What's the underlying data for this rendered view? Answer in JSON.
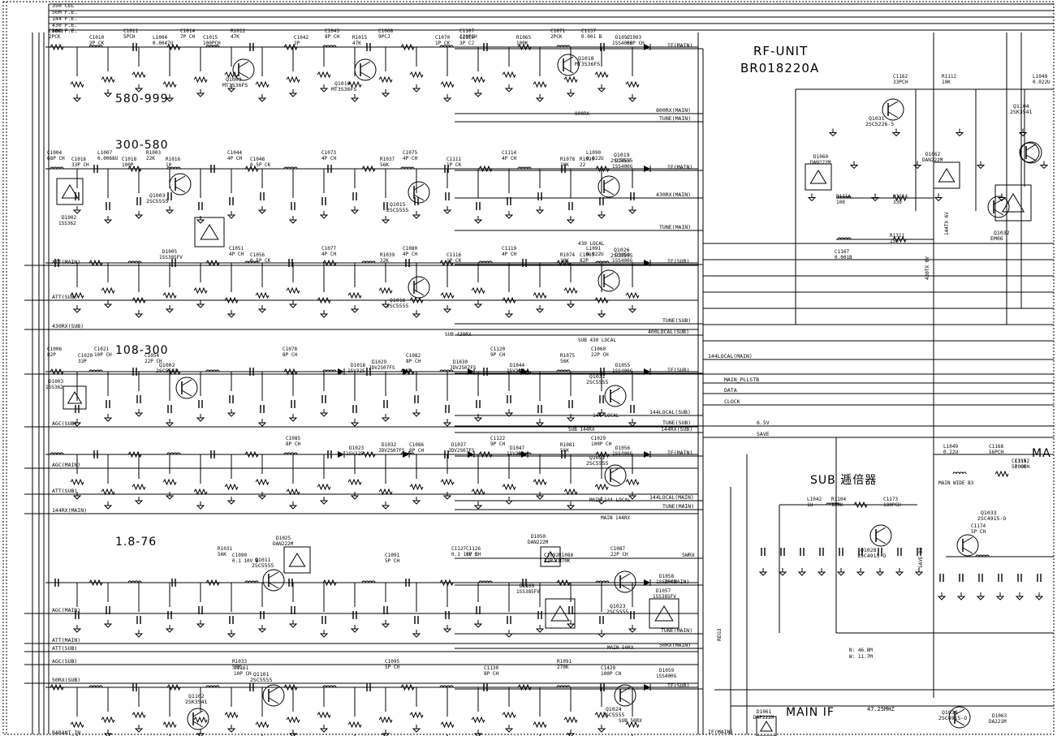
{
  "diagram": {
    "unit_title": "RF-UNIT",
    "unit_part": "BR018220A",
    "sub_section": "SUB 逓倍器",
    "main_if": "MAIN IF",
    "main_if_freq": "47.25MHZ",
    "main_partial": "MA",
    "band_labels": [
      "580-999",
      "300-580",
      "108-300",
      "1.8-76"
    ],
    "top_bus": [
      "350 CEL",
      "50M F.E.",
      "144 F.E.",
      "430 F.E.",
      "800 F.E."
    ],
    "left_signals": [
      "ATT(MAIN)",
      "ATT(SUB)",
      "430RX(SUB)",
      "AGC(SUB)",
      "AGC(MAIN)",
      "ATT(SUB)",
      "144RX(MAIN)",
      "AGC(MAIN)",
      "ATT(MAIN)",
      "ATT(SUB)",
      "AGC(SUB)",
      "50RX(SUB)",
      "BARANT_IN"
    ],
    "right_signals": [
      "IF(MAIN)",
      "800RX(MAIN)",
      "TUNE(MAIN)",
      "IF(MAIN)",
      "430RX(MAIN)",
      "TUNE(MAIN)",
      "IF(SUB)",
      "TUNE(SUB)",
      "400LOCAL(SUB)",
      "IF(SUB)",
      "144LOCAL(SUB)",
      "TUNE(SUB)",
      "144RX(SUB)",
      "IF(MAIN)",
      "144LOCAL(MAIN)",
      "TUNE(MAIN)",
      "SWRX",
      "IF(MAIN)",
      "TUNE(MAIN)",
      "50RX(MAIN)",
      "IF(SUB)",
      "IF(MAIN)"
    ],
    "bus_signals": [
      "144LOCAL(MAIN)",
      "MAIN_PLLSTB",
      "DATA",
      "CLOCK",
      "6.5V",
      "SAVE",
      "REG3"
    ],
    "transistors": [
      {
        "ref": "Q1009",
        "part": "MT3S36FS"
      },
      {
        "ref": "Q1010",
        "part": "MT3S36FS"
      },
      {
        "ref": "Q1018",
        "part": "MT3S36FS"
      },
      {
        "ref": "Q1003",
        "part": "2SC5555"
      },
      {
        "ref": "Q1015",
        "part": "2SC5555"
      },
      {
        "ref": "Q1019",
        "part": "2SC5555"
      },
      {
        "ref": "Q1016",
        "part": "2SC5555"
      },
      {
        "ref": "Q1026",
        "part": "2SC5555"
      },
      {
        "ref": "Q1002",
        "part": "2SC5555"
      },
      {
        "ref": "Q1021",
        "part": "2SC5555"
      },
      {
        "ref": "Q1022",
        "part": "2SC5555"
      },
      {
        "ref": "Q1011",
        "part": "2SC5555"
      },
      {
        "ref": "Q1023",
        "part": "2SC5555"
      },
      {
        "ref": "Q1101",
        "part": "2SC5555"
      },
      {
        "ref": "Q1024",
        "part": "2SC5555"
      },
      {
        "ref": "Q1102",
        "part": "2SK3541"
      },
      {
        "ref": "Q1031",
        "part": "2SC5226-5"
      },
      {
        "ref": "Q1104",
        "part": "2SK3541"
      },
      {
        "ref": "Q1032",
        "part": "EM06"
      },
      {
        "ref": "Q1028",
        "part": "2SC4915-O"
      },
      {
        "ref": "Q1033",
        "part": "2SC4915-O"
      },
      {
        "ref": "Q1034",
        "part": "2SC4915-O"
      }
    ],
    "diodes": [
      {
        "ref": "D1052",
        "part": "1SS400G"
      },
      {
        "ref": "D1053",
        "part": "1SS400G"
      },
      {
        "ref": "D1054",
        "part": "1SS400G"
      },
      {
        "ref": "D1055",
        "part": "1SS400G"
      },
      {
        "ref": "D1056",
        "part": "1SS400G"
      },
      {
        "ref": "D1058",
        "part": "1SS400G"
      },
      {
        "ref": "D1059",
        "part": "1SS400G"
      },
      {
        "ref": "D1002",
        "part": "1SS362"
      },
      {
        "ref": "D1003",
        "part": "1SS362"
      },
      {
        "ref": "D1005",
        "part": "1SS385FV"
      },
      {
        "ref": "D1100",
        "part": "1SS385FV"
      },
      {
        "ref": "D1057",
        "part": "1SS385FV"
      },
      {
        "ref": "D1025",
        "part": "DAN222M"
      },
      {
        "ref": "D1050",
        "part": "DAN222M"
      },
      {
        "ref": "D1060",
        "part": "DAN222M"
      },
      {
        "ref": "D1062",
        "part": "DAN222M"
      },
      {
        "ref": "D1061",
        "part": "DAP222M"
      },
      {
        "ref": "D1063",
        "part": "DA221M"
      },
      {
        "ref": "D1029",
        "part": "JDV2S07FS"
      },
      {
        "ref": "D1030",
        "part": "JDV2S07FS"
      },
      {
        "ref": "D1032",
        "part": "JDV2S07FS"
      },
      {
        "ref": "D1037",
        "part": "JDV2S07FS"
      },
      {
        "ref": "D1018",
        "part": "1SV325"
      },
      {
        "ref": "D1044",
        "part": "1SV325"
      },
      {
        "ref": "D1023",
        "part": "1SV325"
      },
      {
        "ref": "D1047",
        "part": "1SV325"
      }
    ],
    "parts": [
      {
        "ref": "C1001",
        "val": "2PCK"
      },
      {
        "ref": "C1010",
        "val": "2P CK"
      },
      {
        "ref": "C1011",
        "val": "5PCH"
      },
      {
        "ref": "L1004",
        "val": "0.0047U"
      },
      {
        "ref": "C1014",
        "val": "7P CH"
      },
      {
        "ref": "C1015",
        "val": "100PCH"
      },
      {
        "ref": "R1012",
        "val": "47K"
      },
      {
        "ref": "C1042",
        "val": "2P"
      },
      {
        "ref": "C1043",
        "val": "8P CH"
      },
      {
        "ref": "R1015",
        "val": "47K"
      },
      {
        "ref": "C1068",
        "val": "9PCJ"
      },
      {
        "ref": "C1070",
        "val": "1P CK"
      },
      {
        "ref": "C1107",
        "val": "120PCH"
      },
      {
        "ref": "R1065",
        "val": "100K"
      },
      {
        "ref": "C1071",
        "val": "2PCK"
      },
      {
        "ref": "C1110",
        "val": "3P CJ"
      },
      {
        "ref": "C1137",
        "val": "0.001 B"
      },
      {
        "ref": "C1003",
        "val": "68P CH"
      },
      {
        "ref": "C1004",
        "val": "68P CH"
      },
      {
        "ref": "C1016",
        "val": "33P CH"
      },
      {
        "ref": "L1007",
        "val": "0.0068U"
      },
      {
        "ref": "C1018",
        "val": "100P"
      },
      {
        "ref": "R1003",
        "val": "22K"
      },
      {
        "ref": "R1016",
        "val": "10"
      },
      {
        "ref": "C1044",
        "val": "4P CH"
      },
      {
        "ref": "C1048",
        "val": "0.5P CK"
      },
      {
        "ref": "C1073",
        "val": "4P CH"
      },
      {
        "ref": "R1037",
        "val": "56K"
      },
      {
        "ref": "C1075",
        "val": "4P CH"
      },
      {
        "ref": "C1111",
        "val": "1P CK"
      },
      {
        "ref": "C1114",
        "val": "4P CH"
      },
      {
        "ref": "R1078",
        "val": "10K"
      },
      {
        "ref": "L1090",
        "val": "0.022U"
      },
      {
        "ref": "R1020",
        "val": "22"
      },
      {
        "ref": "C1051",
        "val": "4P CH"
      },
      {
        "ref": "C1056",
        "val": "0.5P CK"
      },
      {
        "ref": "C1077",
        "val": "4P CH"
      },
      {
        "ref": "R1039",
        "val": "22K"
      },
      {
        "ref": "C1080",
        "val": "4P CH"
      },
      {
        "ref": "C1116",
        "val": "1P CK"
      },
      {
        "ref": "C1119",
        "val": "4P CH"
      },
      {
        "ref": "R1074",
        "val": "10K"
      },
      {
        "ref": "L1091",
        "val": "0.022U"
      },
      {
        "ref": "C1005",
        "val": "82P"
      },
      {
        "ref": "C1006",
        "val": "82P"
      },
      {
        "ref": "C1020",
        "val": "33P"
      },
      {
        "ref": "C1021",
        "val": "10P CH"
      },
      {
        "ref": "C1054",
        "val": "22P CH"
      },
      {
        "ref": "C1078",
        "val": "8P CH"
      },
      {
        "ref": "C1082",
        "val": "8P CH"
      },
      {
        "ref": "C1120",
        "val": "9P CH"
      },
      {
        "ref": "R1075",
        "val": "56K"
      },
      {
        "ref": "C1060",
        "val": "22P CH"
      },
      {
        "ref": "C1085",
        "val": "8P CH"
      },
      {
        "ref": "C1086",
        "val": "8P CH"
      },
      {
        "ref": "C1122",
        "val": "9P CH"
      },
      {
        "ref": "R1081",
        "val": "56K"
      },
      {
        "ref": "C1029",
        "val": "100P CH"
      },
      {
        "ref": "R1031",
        "val": "56K"
      },
      {
        "ref": "C1090",
        "val": "0.1 10V B"
      },
      {
        "ref": "C1127",
        "val": "0.1 10V B"
      },
      {
        "ref": "R1088",
        "val": "270K"
      },
      {
        "ref": "C1087",
        "val": "22P CH"
      },
      {
        "ref": "C1091",
        "val": "5P CH"
      },
      {
        "ref": "C1126",
        "val": "8P CH"
      },
      {
        "ref": "C1092",
        "val": "22P CH"
      },
      {
        "ref": "C1095",
        "val": "5P CH"
      },
      {
        "ref": "C1130",
        "val": "8P CH"
      },
      {
        "ref": "R1091",
        "val": "270K"
      },
      {
        "ref": "C1429",
        "val": "100P CH"
      },
      {
        "ref": "R1033",
        "val": "56K"
      },
      {
        "ref": "C1161",
        "val": "10P CH"
      },
      {
        "ref": "R1112",
        "val": "10K"
      },
      {
        "ref": "C1162",
        "val": "33PCH"
      },
      {
        "ref": "L1040",
        "val": "0.022U"
      },
      {
        "ref": "R1116",
        "val": "100"
      },
      {
        "ref": "R1114",
        "val": "330"
      },
      {
        "ref": "R1311",
        "val": "150"
      },
      {
        "ref": "C1167",
        "val": "0.001B"
      },
      {
        "ref": "L1049",
        "val": "0.22U"
      },
      {
        "ref": "C1168",
        "val": "56PCH"
      },
      {
        "ref": "C1192",
        "val": "100CH"
      },
      {
        "ref": "C1151",
        "val": "5P CH"
      },
      {
        "ref": "L1042",
        "val": "1U"
      },
      {
        "ref": "R1104",
        "val": "100K"
      },
      {
        "ref": "C1173",
        "val": "180PCH"
      },
      {
        "ref": "C1174",
        "val": "5P CH"
      }
    ],
    "notes": [
      "N: 46.8M",
      "W: 11.7M",
      "MAIN WIDE B3",
      "430 LOCAL",
      "SUB 430 LOCAL",
      "SUB 430RX",
      "144 LOCAL",
      "MAIN 144 LOCAL",
      "MAIN 144RX",
      "MAIN 50RX",
      "SUB 50RX",
      "SUB 144RX",
      "800RX",
      "SAVE B3",
      "144TX 6V",
      "430TX 6V"
    ]
  }
}
